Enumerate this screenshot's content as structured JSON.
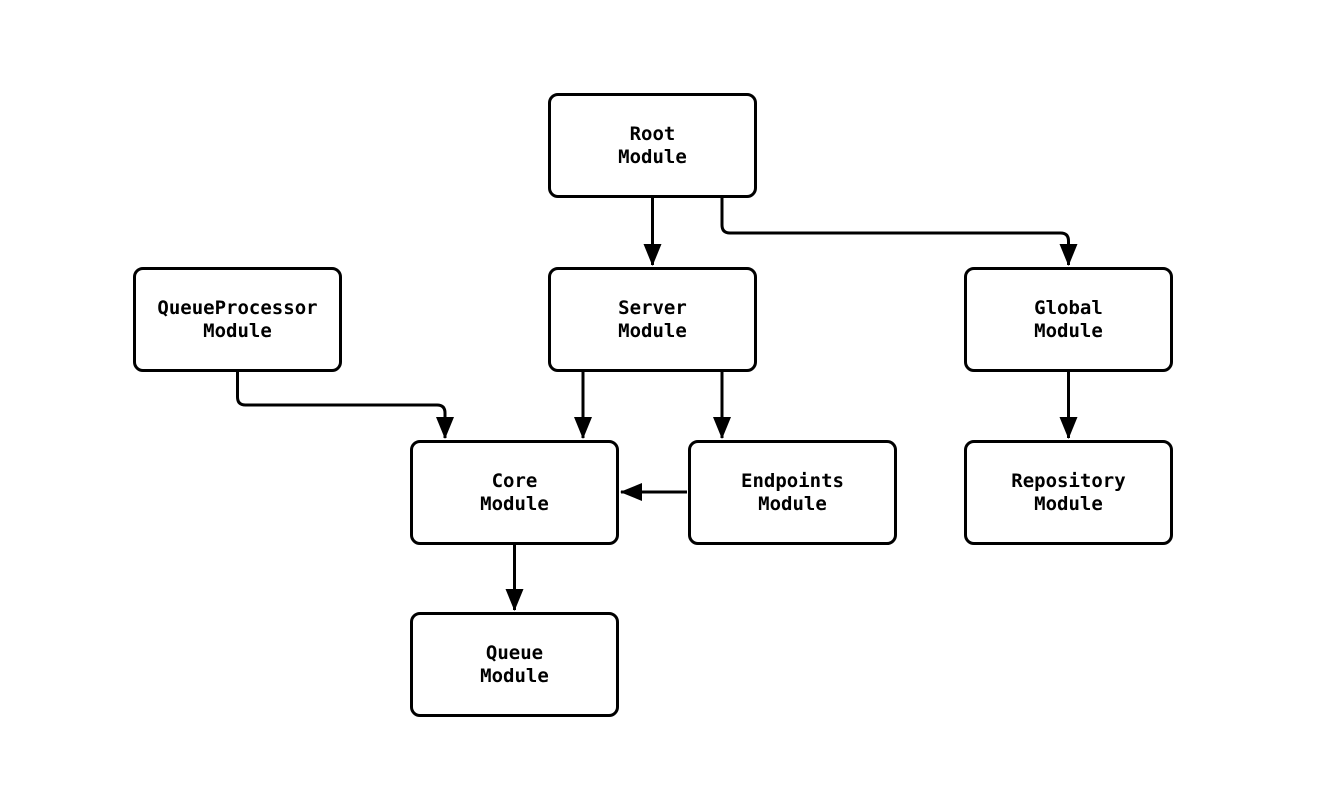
{
  "diagram": {
    "type": "module-dependency-flowchart",
    "background_color": "#ffffff",
    "node_fill_color": "#ffffff",
    "node_border_color": "#000000",
    "edge_color": "#000000",
    "nodes": {
      "root": {
        "label": "Root\nModule"
      },
      "queueprocessor": {
        "label": "QueueProcessor\nModule"
      },
      "server": {
        "label": "Server\nModule"
      },
      "global": {
        "label": "Global\nModule"
      },
      "core": {
        "label": "Core\nModule"
      },
      "endpoints": {
        "label": "Endpoints\nModule"
      },
      "repository": {
        "label": "Repository\nModule"
      },
      "queue": {
        "label": "Queue\nModule"
      }
    },
    "edges": [
      {
        "from": "Root Module",
        "to": "Server Module"
      },
      {
        "from": "Root Module",
        "to": "Global Module"
      },
      {
        "from": "QueueProcessor Module",
        "to": "Core Module"
      },
      {
        "from": "Server Module",
        "to": "Core Module"
      },
      {
        "from": "Server Module",
        "to": "Endpoints Module"
      },
      {
        "from": "Endpoints Module",
        "to": "Core Module"
      },
      {
        "from": "Global Module",
        "to": "Repository Module"
      },
      {
        "from": "Core Module",
        "to": "Queue Module"
      }
    ]
  }
}
